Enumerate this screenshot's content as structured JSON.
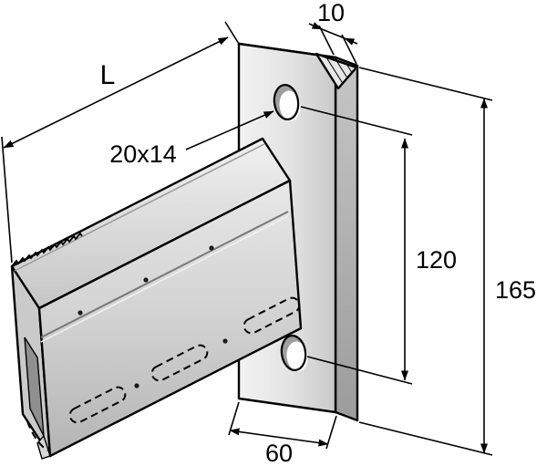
{
  "dimensions": {
    "length_label": "L",
    "thickness_label": "10",
    "slot_label": "20x14",
    "hole_spacing_label": "120",
    "height_label": "165",
    "width_label": "60"
  },
  "colors": {
    "outline": "#000000",
    "background": "#ffffff",
    "metal_light": "#f2f2f2",
    "metal_mid": "#d0d0d0",
    "metal_dark": "#a8a8a8",
    "hole_shadow": "#9e9e9e"
  }
}
